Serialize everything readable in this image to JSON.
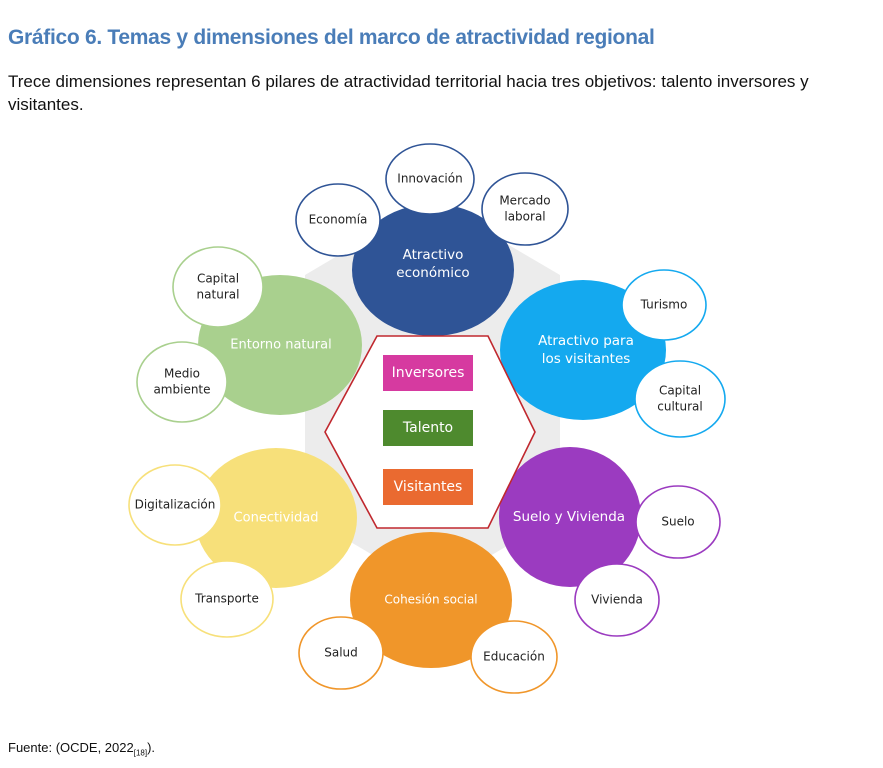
{
  "header": {
    "title": "Gráfico 6. Temas y dimensiones del marco de atractividad regional",
    "subtitle": "Trece dimensiones representan 6 pilares de atractividad territorial hacia tres objetivos: talento inversores y visitantes."
  },
  "source": {
    "prefix": "Fuente: (OCDE, 2022",
    "ref": "[18]",
    "suffix": ")."
  },
  "diagram": {
    "center": [
      {
        "label": "Inversores",
        "color": "#d63aa0"
      },
      {
        "label": "Talento",
        "color": "#4e8a2e"
      },
      {
        "label": "Visitantes",
        "color": "#ea6a30"
      }
    ],
    "pillars": [
      {
        "id": "economico",
        "lines": [
          "Atractivo",
          "económico"
        ],
        "color": "#2f5496",
        "dimensions": [
          {
            "lines": [
              "Innovación"
            ]
          },
          {
            "lines": [
              "Economía"
            ]
          },
          {
            "lines": [
              "Mercado",
              "laboral"
            ]
          }
        ]
      },
      {
        "id": "visitantes",
        "lines": [
          "Atractivo para",
          "los visitantes"
        ],
        "color": "#14a9ef",
        "dimensions": [
          {
            "lines": [
              "Turismo"
            ]
          },
          {
            "lines": [
              "Capital",
              "cultural"
            ]
          }
        ]
      },
      {
        "id": "suelo",
        "lines": [
          "Suelo y Vivienda"
        ],
        "color": "#9b3bc0",
        "dimensions": [
          {
            "lines": [
              "Suelo"
            ]
          },
          {
            "lines": [
              "Vivienda"
            ]
          }
        ]
      },
      {
        "id": "cohesion",
        "lines": [
          "Cohesión social"
        ],
        "color": "#f0962a",
        "dimensions": [
          {
            "lines": [
              "Salud"
            ]
          },
          {
            "lines": [
              "Educación"
            ]
          }
        ]
      },
      {
        "id": "conectividad",
        "lines": [
          "Conectividad"
        ],
        "color": "#f7e07a",
        "dimensions": [
          {
            "lines": [
              "Digitalización"
            ]
          },
          {
            "lines": [
              "Transporte"
            ]
          }
        ]
      },
      {
        "id": "natural",
        "lines": [
          "Entorno natural"
        ],
        "color": "#a9d08e",
        "dimensions": [
          {
            "lines": [
              "Capital",
              "natural"
            ]
          },
          {
            "lines": [
              "Medio",
              "ambiente"
            ]
          }
        ]
      }
    ]
  }
}
